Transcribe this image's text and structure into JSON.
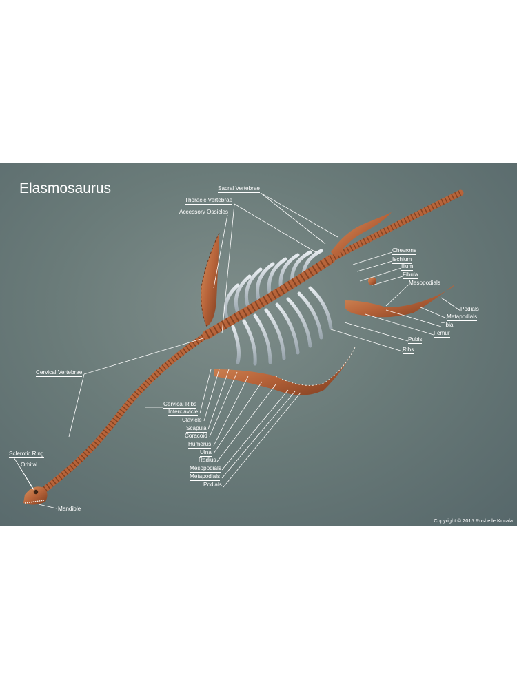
{
  "title": "Elasmosaurus",
  "copyright": "Copyright © 2015 Rushelle Kucala",
  "labels": {
    "sacral_vertebrae": "Sacral Vertebrae",
    "thoracic_vertebrae": "Thoracic Vertebrae",
    "accessory_ossicles": "Accessory Ossicles",
    "chevrons": "Chevrons",
    "ischium": "Ischium",
    "ilium": "Ilium",
    "fibula": "Fibula",
    "mesopodials_hind": "Mesopodials",
    "podials_hind": "Podials",
    "metapodials_hind": "Metapodials",
    "tibia": "Tibia",
    "femur": "Femur",
    "pubis": "Pubis",
    "ribs": "Ribs",
    "cervical_vertebrae": "Cervical Vertebrae",
    "cervical_ribs": "Cervical Ribs",
    "interclavicle": "Interclavicle",
    "clavicle": "Clavicle",
    "scapula": "Scapula",
    "coracoid": "Coracoid",
    "humerus": "Humerus",
    "ulna": "Ulna",
    "radius": "Radius",
    "mesopodials_fore": "Mesopodials",
    "metapodials_fore": "Metapodials",
    "podials_fore": "Podials",
    "sclerotic_ring": "Sclerotic Ring",
    "orbital": "Orbital",
    "mandible": "Mandible"
  },
  "colors": {
    "bone": "#b8643a",
    "bone_light": "#d8915e",
    "bone_dark": "#7a3b1e",
    "rib": "#cfd6dc",
    "line": "#ffffff"
  }
}
